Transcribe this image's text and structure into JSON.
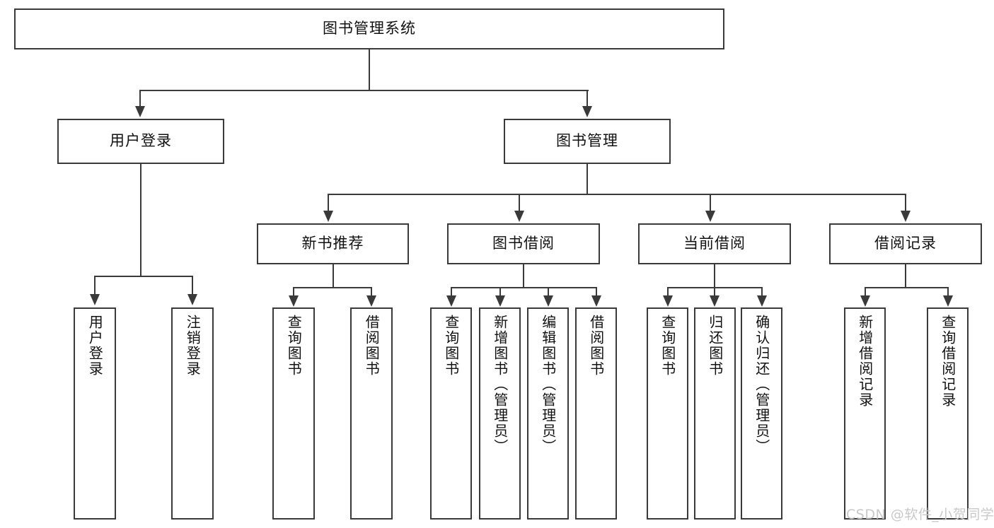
{
  "diagram": {
    "type": "tree-hierarchy",
    "title": "图书管理系统",
    "root": {
      "id": "root",
      "label": "图书管理系统"
    },
    "level2": [
      {
        "id": "user-login",
        "label": "用户登录"
      },
      {
        "id": "book-management",
        "label": "图书管理"
      }
    ],
    "level3": [
      {
        "id": "new-book-recommend",
        "label": "新书推荐",
        "parent": "book-management"
      },
      {
        "id": "book-borrow",
        "label": "图书借阅",
        "parent": "book-management"
      },
      {
        "id": "current-borrow",
        "label": "当前借阅",
        "parent": "book-management"
      },
      {
        "id": "borrow-record",
        "label": "借阅记录",
        "parent": "book-management"
      }
    ],
    "leaves": {
      "user-login": [
        {
          "id": "leaf-user-login",
          "label": "用户登录"
        },
        {
          "id": "leaf-user-logout",
          "label": "注销登录"
        }
      ],
      "new-book-recommend": [
        {
          "id": "leaf-query-book-1",
          "label": "查询图书"
        },
        {
          "id": "leaf-borrow-book-1",
          "label": "借阅图书"
        }
      ],
      "book-borrow": [
        {
          "id": "leaf-query-book-2",
          "label": "查询图书"
        },
        {
          "id": "leaf-add-book",
          "label": "新增图书（管理员）"
        },
        {
          "id": "leaf-edit-book",
          "label": "编辑图书（管理员）"
        },
        {
          "id": "leaf-borrow-book-2",
          "label": "借阅图书"
        }
      ],
      "current-borrow": [
        {
          "id": "leaf-query-book-3",
          "label": "查询图书"
        },
        {
          "id": "leaf-return-book",
          "label": "归还图书"
        },
        {
          "id": "leaf-confirm-return",
          "label": "确认归还（管理员）"
        }
      ],
      "borrow-record": [
        {
          "id": "leaf-add-record",
          "label": "新增借阅记录"
        },
        {
          "id": "leaf-query-record",
          "label": "查询借阅记录"
        }
      ]
    }
  },
  "watermark": {
    "text": "CSDN @软件_小贺同学"
  },
  "colors": {
    "stroke": "#3a3a3a",
    "text": "#111111",
    "background": "#ffffff",
    "watermark": "#c9c9c9"
  }
}
